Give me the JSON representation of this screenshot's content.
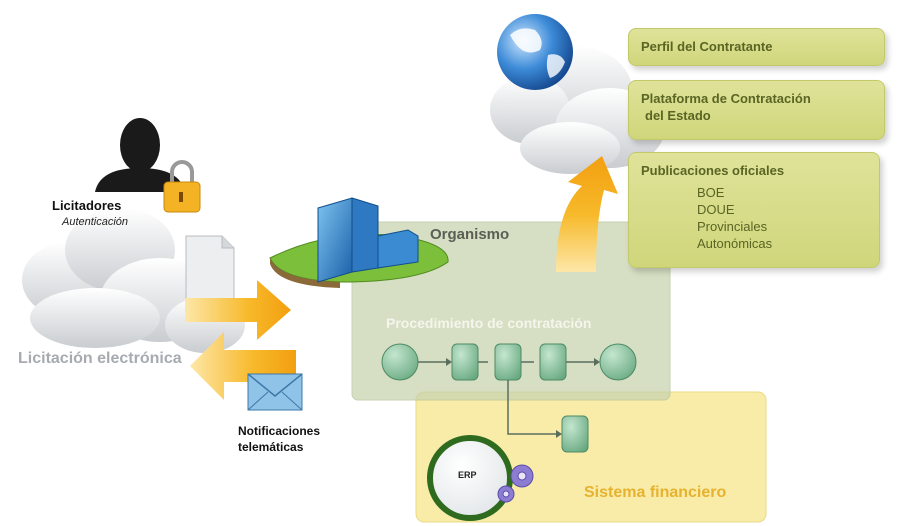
{
  "licitadores": {
    "title": "Licitadores",
    "subtitle": "Autenticación"
  },
  "licitacion_label": "Licitación electrónica",
  "notificaciones": {
    "line1": "Notificaciones",
    "line2": "telemáticas"
  },
  "organismo": {
    "title": "Organismo",
    "procedimiento": "Procedimiento de contratación"
  },
  "sistema_financiero": {
    "title": "Sistema financiero",
    "erp": "ERP"
  },
  "right_boxes": {
    "perfil": "Perfil del Contratante",
    "plataforma_line1": "Plataforma de Contratación",
    "plataforma_line2": "del Estado",
    "publicaciones_title": "Publicaciones oficiales",
    "publicaciones_items": [
      "BOE",
      "DOUE",
      "Provinciales",
      "Autonómicas"
    ]
  },
  "colors": {
    "arrow_orange": "#f5b31a",
    "box_green": "#d6dc86",
    "box_text": "#5a6423",
    "node_green": "#8cc4a0",
    "yellow_panel": "#f8eca8"
  }
}
